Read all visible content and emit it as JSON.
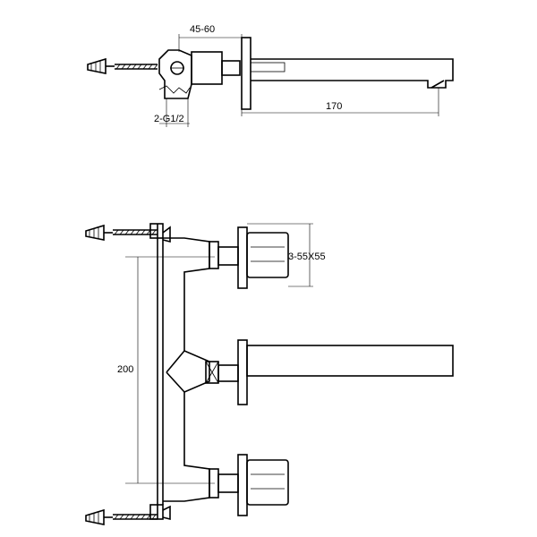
{
  "dimensions": {
    "wall_depth": "45-60",
    "spout_length": "170",
    "thread": "2-G1/2",
    "handle_size": "3-55X55",
    "center_distance": "200"
  }
}
